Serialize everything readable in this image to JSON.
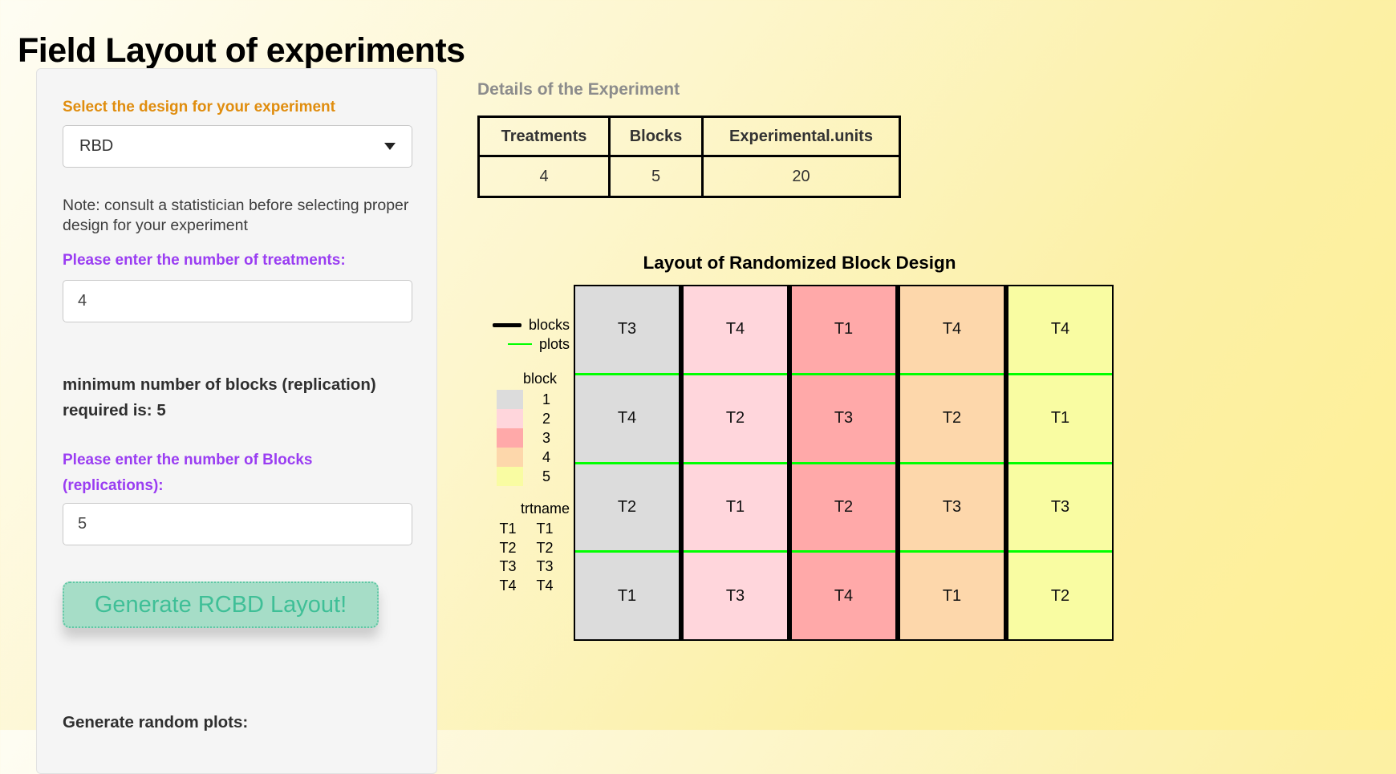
{
  "page": {
    "title": "Field Layout of experiments"
  },
  "colors": {
    "accent_orange": "#e08d0e",
    "accent_purple": "#9a3df2",
    "button_bg": "#a6ddc7",
    "button_text": "#3fbf97",
    "plot_line_green": "#00ff00",
    "block_line_black": "#000000"
  },
  "sidebar": {
    "design_label": "Select the design for your experiment",
    "design_value": "RBD",
    "note": "Note: consult a statistician before selecting proper design for your experiment",
    "treatments_label": "Please enter the number of treatments:",
    "treatments_value": "4",
    "min_blocks_text": "minimum number of blocks (replication) required is: 5",
    "blocks_label": "Please enter the number of Blocks (replications):",
    "blocks_value": "5",
    "generate_button_label": "Generate RCBD Layout!",
    "random_plots_label": "Generate random plots:"
  },
  "details": {
    "heading": "Details of the Experiment",
    "table": {
      "headers": [
        "Treatments",
        "Blocks",
        "Experimental.units"
      ],
      "values": [
        "4",
        "5",
        "20"
      ]
    }
  },
  "chart_data": {
    "type": "heatmap",
    "title": "Layout of Randomized Block Design",
    "columns_meaning": "blocks (1-5, colored columns)",
    "rows_meaning": "plots within each block",
    "block_labels": [
      "1",
      "2",
      "3",
      "4",
      "5"
    ],
    "block_colors": [
      "#dcdcdc",
      "#ffd6dc",
      "#ffa9a9",
      "#fdd7ab",
      "#f9fca2"
    ],
    "plot_line_color": "#00ff00",
    "block_line_color": "#000000",
    "grid": [
      [
        "T3",
        "T4",
        "T1",
        "T4",
        "T4"
      ],
      [
        "T4",
        "T2",
        "T3",
        "T2",
        "T1"
      ],
      [
        "T2",
        "T1",
        "T2",
        "T3",
        "T3"
      ],
      [
        "T1",
        "T3",
        "T4",
        "T1",
        "T2"
      ]
    ],
    "legend": {
      "line_items": [
        {
          "label": "blocks",
          "color": "#000000",
          "weight": "thick"
        },
        {
          "label": "plots",
          "color": "#00ff00",
          "weight": "thin"
        }
      ],
      "block_title": "block",
      "trtname_title": "trtname",
      "trtname_pairs": [
        [
          "T1",
          "T1"
        ],
        [
          "T2",
          "T2"
        ],
        [
          "T3",
          "T3"
        ],
        [
          "T4",
          "T4"
        ]
      ]
    }
  }
}
